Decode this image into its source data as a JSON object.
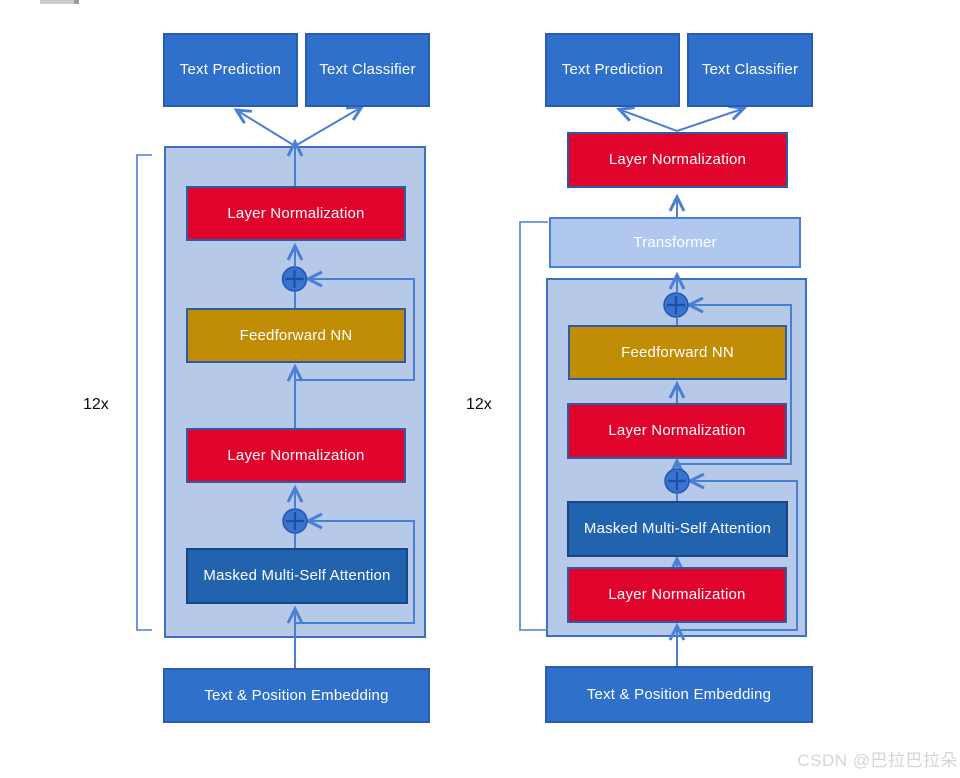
{
  "watermark": "CSDN @巴拉巴拉朵",
  "left_diagram": {
    "repeat_label": "12x",
    "output_boxes": {
      "prediction": "Text Prediction",
      "classifier": "Text Classifier"
    },
    "layers": {
      "layer_norm_top": "Layer Normalization",
      "feedforward": "Feedforward NN",
      "layer_norm_bottom": "Layer Normalization",
      "attention": "Masked Multi-Self Attention"
    },
    "input_box": "Text & Position Embedding"
  },
  "right_diagram": {
    "repeat_label": "12x",
    "output_boxes": {
      "prediction": "Text Prediction",
      "classifier": "Text Classifier"
    },
    "final_layer_norm": "Layer Normalization",
    "transformer_box": "Transformer",
    "layers": {
      "feedforward": "Feedforward NN",
      "layer_norm_mid": "Layer Normalization",
      "attention": "Masked Multi-Self Attention",
      "layer_norm_bottom": "Layer Normalization"
    },
    "input_box": "Text & Position Embedding"
  },
  "icons": {
    "add_circle": "circled-plus"
  },
  "colors": {
    "box_blue": "#2f70cb",
    "box_red": "#e0032c",
    "box_gold": "#c18d07",
    "box_navy": "#2263b0",
    "container_fill": "#b7c9e9",
    "transformer_fill": "#b0c7ee",
    "wire_blue": "#4a7fd6",
    "watermark_gray": "#d5d5d7"
  }
}
